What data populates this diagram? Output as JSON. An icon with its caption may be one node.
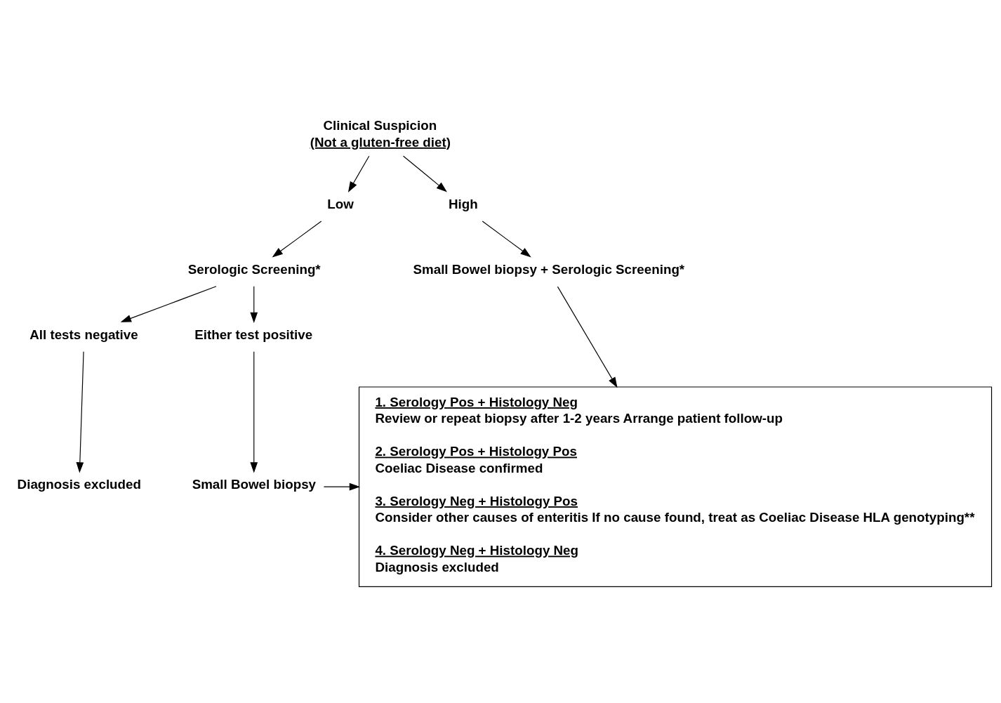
{
  "diagram": {
    "nodes": [
      {
        "text": [
          "Clinical Suspicion",
          "(Not a gluten-free diet)"
        ]
      },
      {
        "text": [
          "Low"
        ]
      },
      {
        "text": [
          "High"
        ]
      },
      {
        "text": [
          "Serologic Screening*"
        ]
      },
      {
        "text": [
          "Small Bowel biopsy + Serologic Screening*"
        ]
      },
      {
        "text": [
          "All tests negative"
        ]
      },
      {
        "text": [
          "Either test positive"
        ]
      },
      {
        "text": [
          "Diagnosis excluded"
        ]
      },
      {
        "text": [
          "Small Bowel biopsy"
        ]
      },
      {
        "text": [
          "1. Serology Pos + Histology Neg",
          "Review or repeat biopsy after 1-2 years Arrange patient follow-up",
          "2. Serology Pos + Histology Pos",
          "Coeliac Disease confirmed",
          "3. Serology Neg + Histology Pos",
          "Consider other causes of enteritis If no cause found, treat as Coeliac Disease HLA genotyping**",
          "4. Serology Neg + Histology Neg",
          "Diagnosis excluded"
        ]
      }
    ],
    "edges": [
      {
        "from": 0,
        "to": 1,
        "arrow": "to"
      },
      {
        "from": 0,
        "to": 2,
        "arrow": "to"
      },
      {
        "from": 1,
        "to": 3,
        "arrow": "to"
      },
      {
        "from": 2,
        "to": 4,
        "arrow": "to"
      },
      {
        "from": 3,
        "to": 5,
        "arrow": "to"
      },
      {
        "from": 3,
        "to": 6,
        "arrow": "to"
      },
      {
        "from": 5,
        "to": 7,
        "arrow": "to"
      },
      {
        "from": 6,
        "to": 8,
        "arrow": "to"
      },
      {
        "from": 8,
        "to": 9,
        "arrow": "to"
      },
      {
        "from": 4,
        "to": 9,
        "arrow": "to"
      }
    ]
  }
}
